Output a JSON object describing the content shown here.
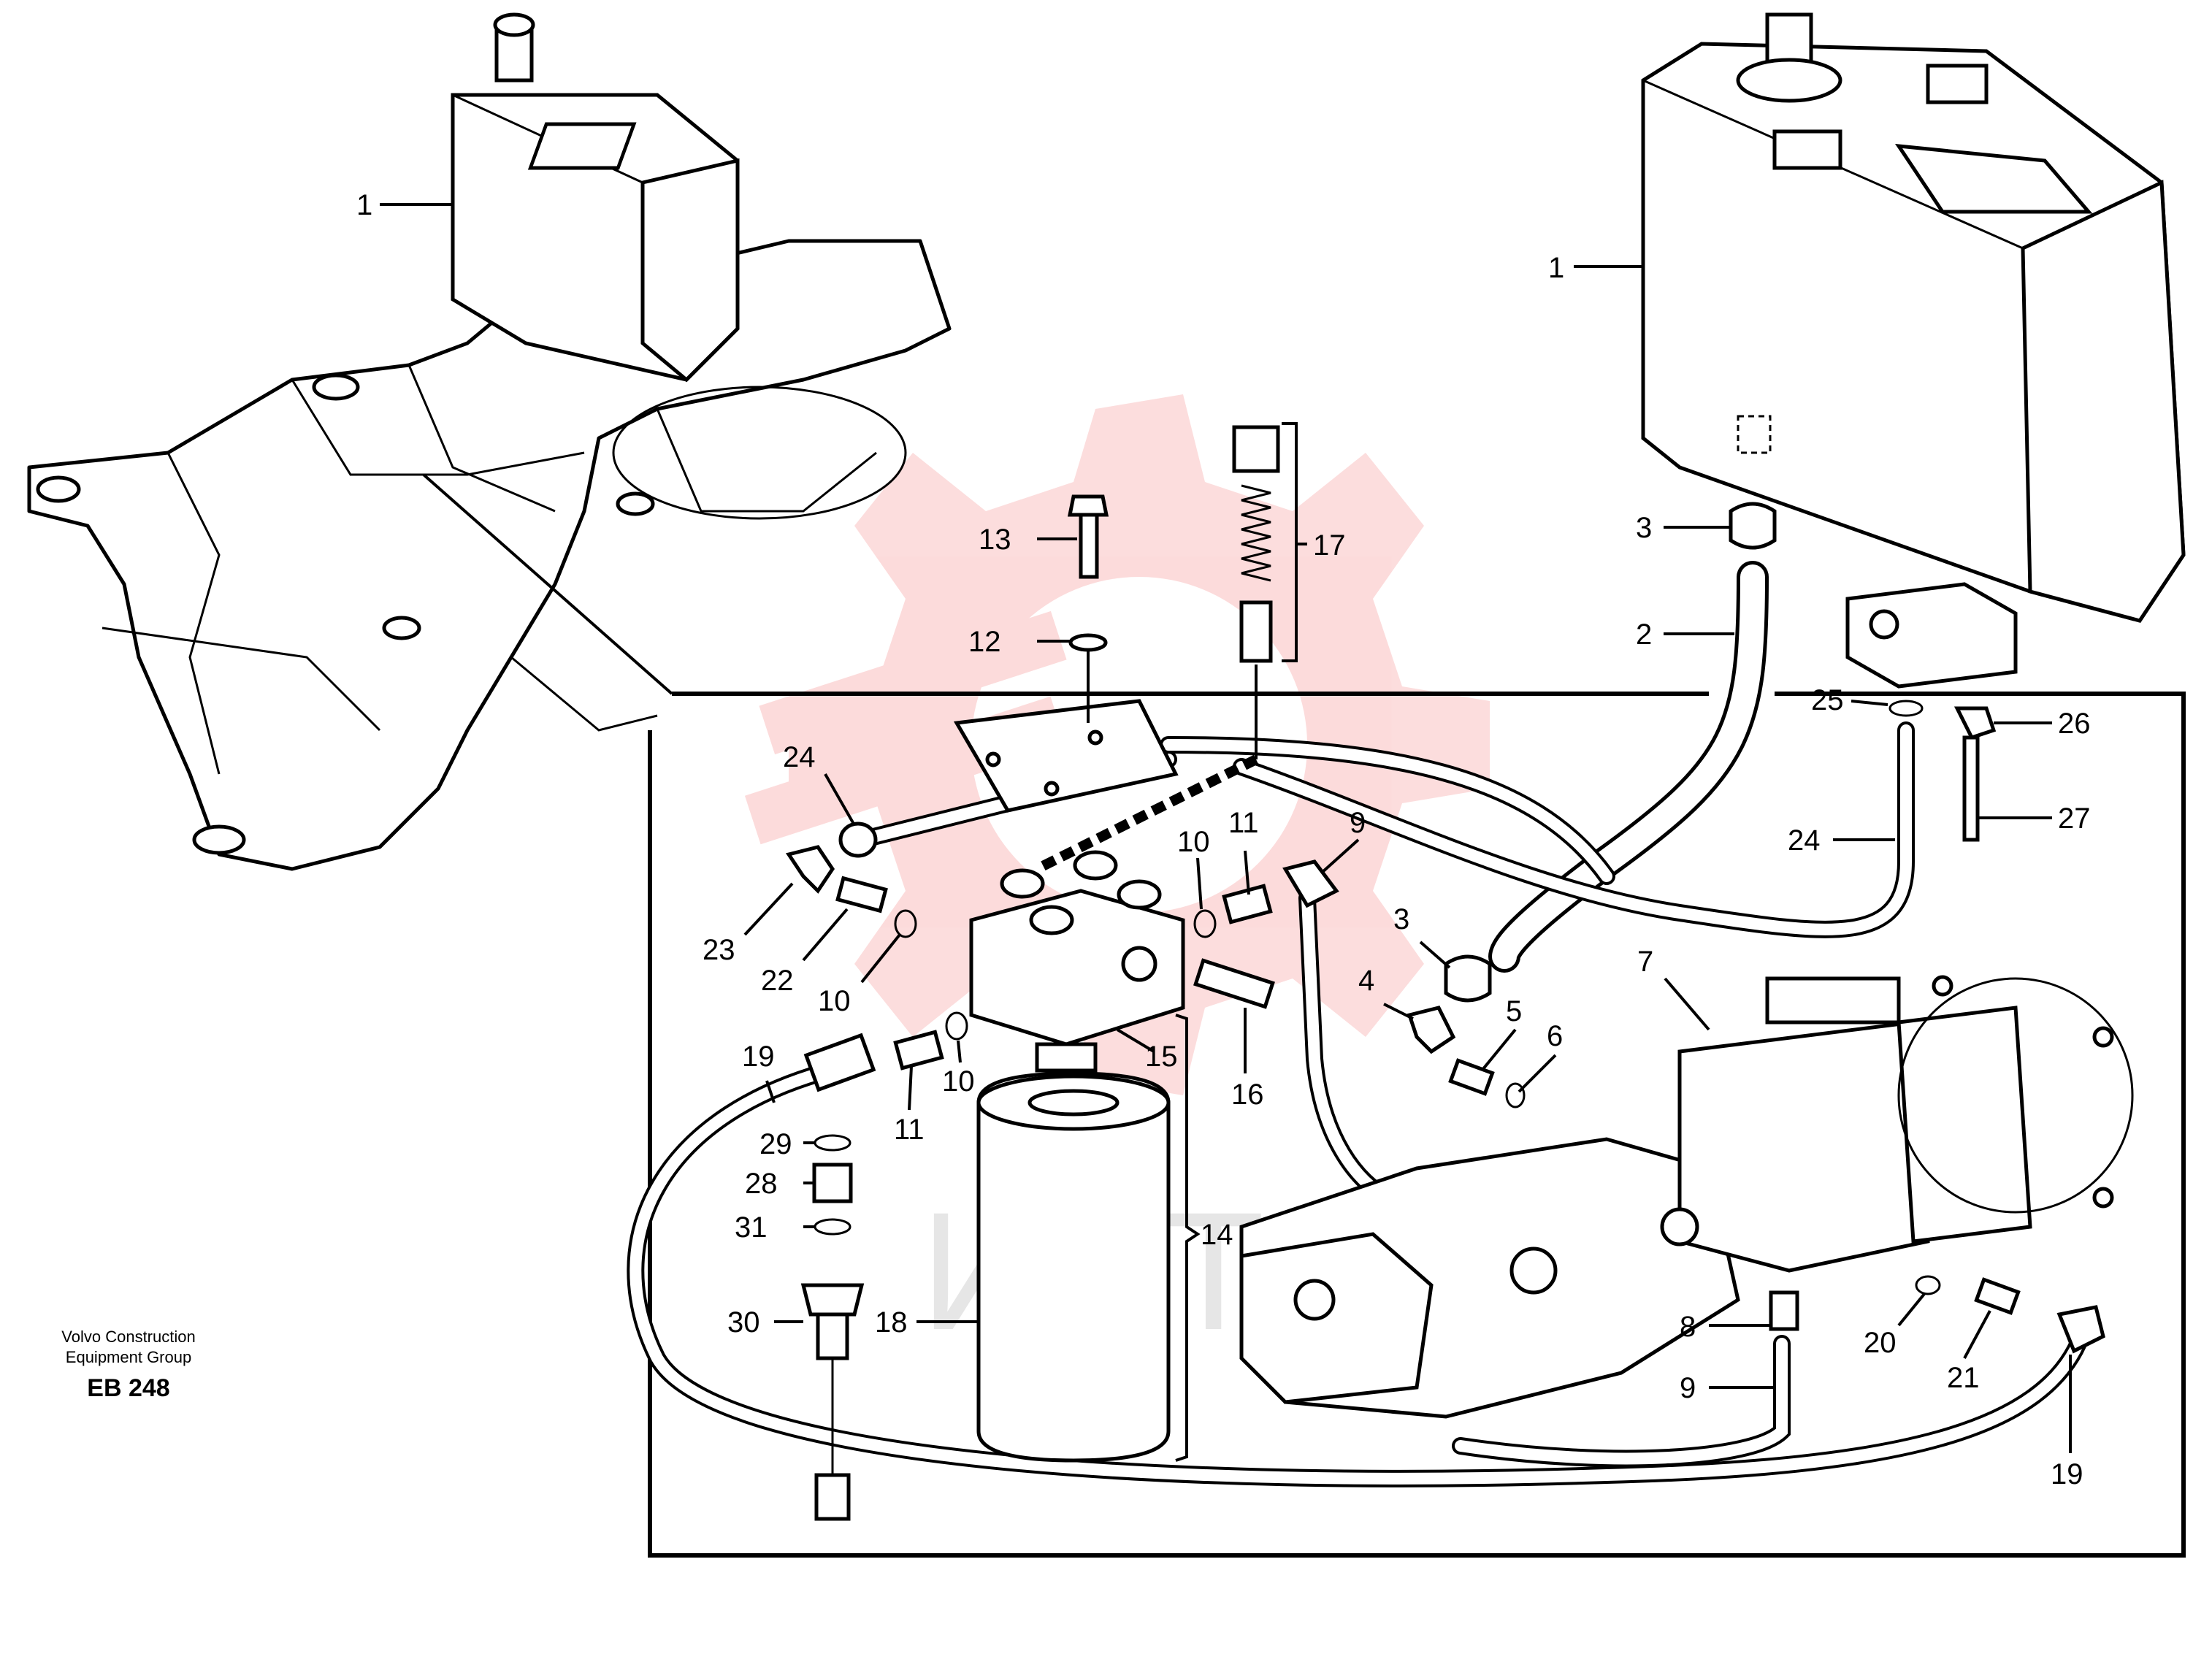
{
  "publisher": {
    "line1": "Volvo Construction",
    "line2": "Equipment Group",
    "code": "EB 248"
  },
  "watermark": {
    "text": "ИНТЕХ",
    "color": "#f04040"
  },
  "callouts": [
    "1",
    "1",
    "2",
    "3",
    "3",
    "4",
    "5",
    "6",
    "7",
    "8",
    "9",
    "9",
    "10",
    "10",
    "10",
    "11",
    "11",
    "12",
    "13",
    "14",
    "15",
    "16",
    "17",
    "18",
    "19",
    "19",
    "20",
    "21",
    "22",
    "23",
    "24",
    "24",
    "25",
    "26",
    "27",
    "28",
    "29",
    "30",
    "31"
  ]
}
